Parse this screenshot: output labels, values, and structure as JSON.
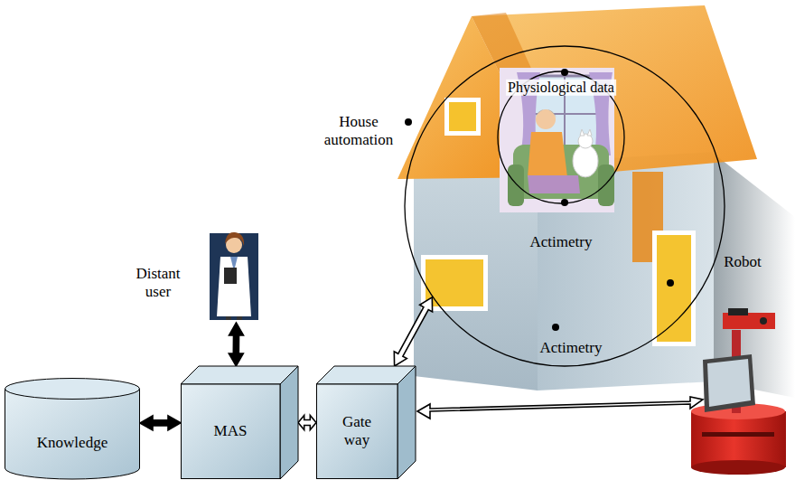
{
  "diagram": {
    "nodes": [
      {
        "text": [
          "House automation",
          "Robot",
          "Actimetry"
        ]
      },
      {
        "text": [
          "Physiological data",
          "Actimetry"
        ],
        "in": 0
      },
      {
        "text": [
          "Distant user"
        ]
      },
      {
        "text": [
          "Knowledge"
        ]
      },
      {
        "text": [
          "MAS"
        ]
      },
      {
        "text": [
          "Gate way"
        ]
      }
    ],
    "edges": [
      {
        "from": 2,
        "to": 4,
        "arrow": "both"
      },
      {
        "from": 3,
        "to": 4,
        "arrow": "both"
      },
      {
        "from": 4,
        "to": 5,
        "arrow": "both"
      },
      {
        "from": 5,
        "to": 0,
        "arrow": "both"
      }
    ]
  }
}
